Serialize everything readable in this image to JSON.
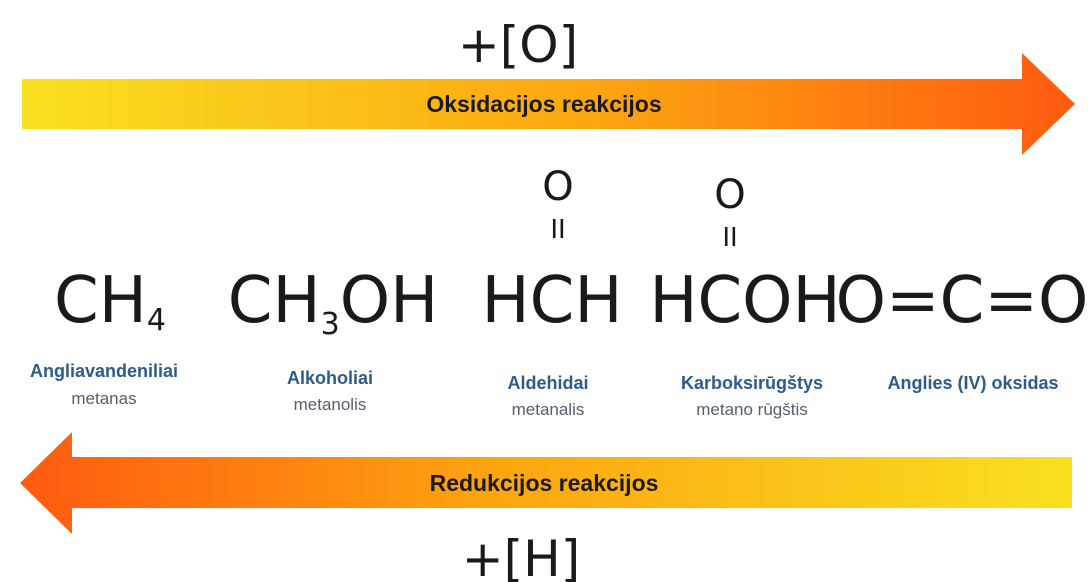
{
  "colors": {
    "arrow_start": "#f9e020",
    "arrow_mid": "#fca510",
    "arrow_end": "#ff5a10",
    "class_name": "#2d5b8c",
    "example_name": "#555f6b",
    "ink": "#1a1a1a"
  },
  "top": {
    "reagent": "+[O]",
    "arrow_label": "Oksidacijos reakcijos"
  },
  "bottom": {
    "reagent": "+[H]",
    "arrow_label": "Redukcijos reakcijos"
  },
  "molecules": [
    {
      "formula_main": "CH",
      "formula_sub": "4",
      "formula_tail": "",
      "oxo": "",
      "oxo_bond": "",
      "class_name": "Angliavandeniliai",
      "example": "metanas"
    },
    {
      "formula_main": "CH",
      "formula_sub": "3",
      "formula_tail": "OH",
      "oxo": "",
      "oxo_bond": "",
      "class_name": "Alkoholiai",
      "example": "metanolis"
    },
    {
      "formula_main": "HCH",
      "formula_sub": "",
      "formula_tail": "",
      "oxo": "O",
      "oxo_bond": "II",
      "class_name": "Aldehidai",
      "example": "metanalis"
    },
    {
      "formula_main": "HCOH",
      "formula_sub": "",
      "formula_tail": "",
      "oxo": "O",
      "oxo_bond": "II",
      "class_name": "Karboksirūgštys",
      "example": "metano rūgštis"
    },
    {
      "formula_main": "O=C=O",
      "formula_sub": "",
      "formula_tail": "",
      "oxo": "",
      "oxo_bond": "",
      "class_name": "Anglies (IV) oksidas",
      "example": ""
    }
  ]
}
